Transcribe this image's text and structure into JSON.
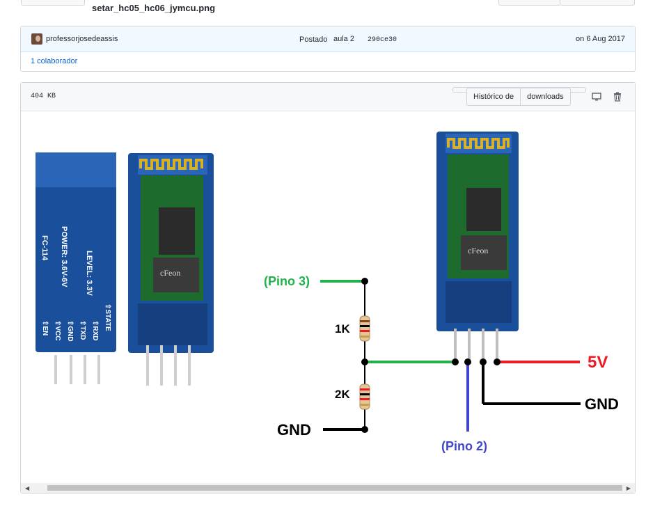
{
  "file": {
    "name": "setar_hc05_hc06_jymcu.png"
  },
  "commit": {
    "author": "professorjosedeassis",
    "posted_label": "Postado",
    "message": "aula 2",
    "sha": "290ce30",
    "date": "on 6 Aug 2017",
    "contributors": "1 colaborador"
  },
  "file_header": {
    "size": "404 KB",
    "history_label": "Histórico de",
    "download_label": "downloads",
    "icons": [
      "desktop-icon",
      "trash-icon"
    ]
  },
  "diagram": {
    "labels": {
      "pino3": "(Pino 3)",
      "r1": "1K",
      "r2": "2K",
      "gnd_left": "GND",
      "v5": "5V",
      "gnd_right": "GND",
      "pino2": "(Pino 2)"
    },
    "module_back_text": {
      "power": "POWER: 3.6V-6V",
      "model": "FC-114",
      "level": "LEVEL: 3.3V"
    },
    "module_pins": [
      "EN",
      "VCC",
      "GND",
      "TXD",
      "RXD",
      "STATE"
    ],
    "chip_text": "cFeon",
    "colors": {
      "green": "#22b14c",
      "blue": "#3f48cc",
      "red": "#ed1c24",
      "black": "#000000",
      "pcb": "#1a4f9c"
    }
  }
}
